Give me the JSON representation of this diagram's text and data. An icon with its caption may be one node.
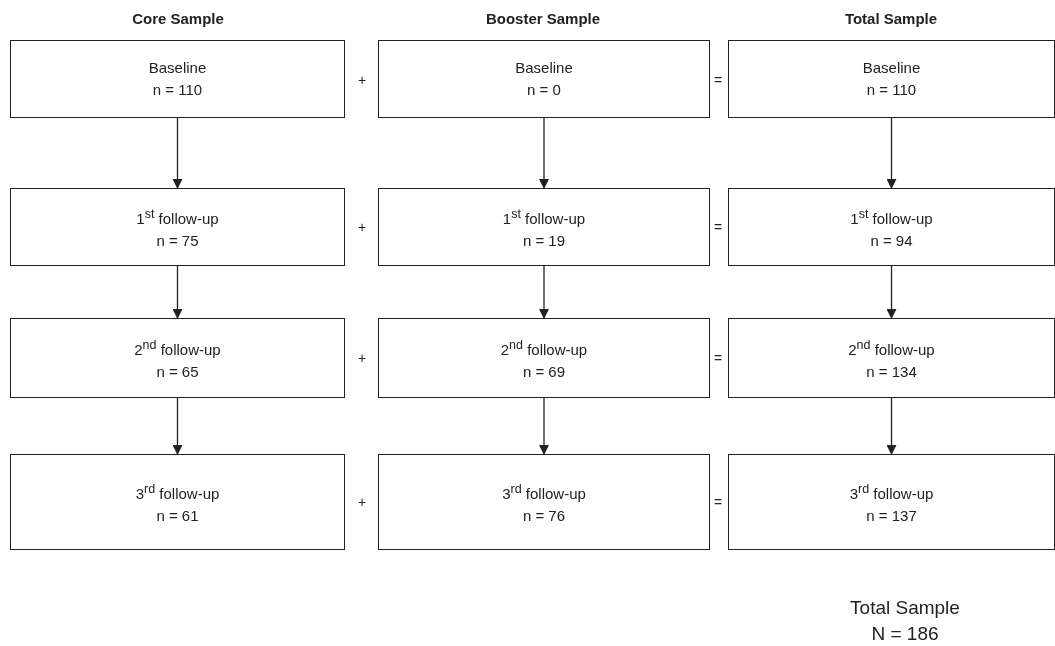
{
  "diagram": {
    "nodes": [
      {
        "text": [
          "Baseline",
          "n = 110"
        ]
      },
      {
        "text": [
          "Baseline",
          "n = 0"
        ]
      },
      {
        "text": [
          "Baseline",
          "n = 110"
        ]
      },
      {
        "text": [
          "1$^{st}$ follow-up",
          "n = 75"
        ]
      },
      {
        "text": [
          "1$^{st}$ follow-up",
          "n = 19"
        ]
      },
      {
        "text": [
          "1$^{st}$ follow-up",
          "n = 94"
        ]
      },
      {
        "text": [
          "2$^{nd}$ follow-up",
          "n = 65"
        ]
      },
      {
        "text": [
          "2$^{nd}$ follow-up",
          "n = 69"
        ]
      },
      {
        "text": [
          "2$^{nd}$ follow-up",
          "n = 134"
        ]
      },
      {
        "text": [
          "3$^{rd}$ follow-up",
          "n = 61"
        ]
      },
      {
        "text": [
          "3$^{rd}$ follow-up",
          "n = 76"
        ]
      },
      {
        "text": [
          "3$^{rd}$ follow-up",
          "n = 137"
        ]
      }
    ],
    "edges": [
      {
        "from": 0,
        "to": 3,
        "arrow": "to"
      },
      {
        "from": 3,
        "to": 6,
        "arrow": "to"
      },
      {
        "from": 6,
        "to": 9,
        "arrow": "to"
      },
      {
        "from": 1,
        "to": 4,
        "arrow": "to"
      },
      {
        "from": 4,
        "to": 7,
        "arrow": "to"
      },
      {
        "from": 7,
        "to": 10,
        "arrow": "to"
      },
      {
        "from": 2,
        "to": 5,
        "arrow": "to"
      },
      {
        "from": 5,
        "to": 8,
        "arrow": "to"
      },
      {
        "from": 8,
        "to": 11,
        "arrow": "to"
      }
    ],
    "labels": [
      "Core Sample",
      "Booster Sample",
      "Total Sample",
      "+",
      "=",
      "+",
      "=",
      "+",
      "=",
      "+",
      "=",
      "Total Sample",
      "N = 186"
    ]
  }
}
